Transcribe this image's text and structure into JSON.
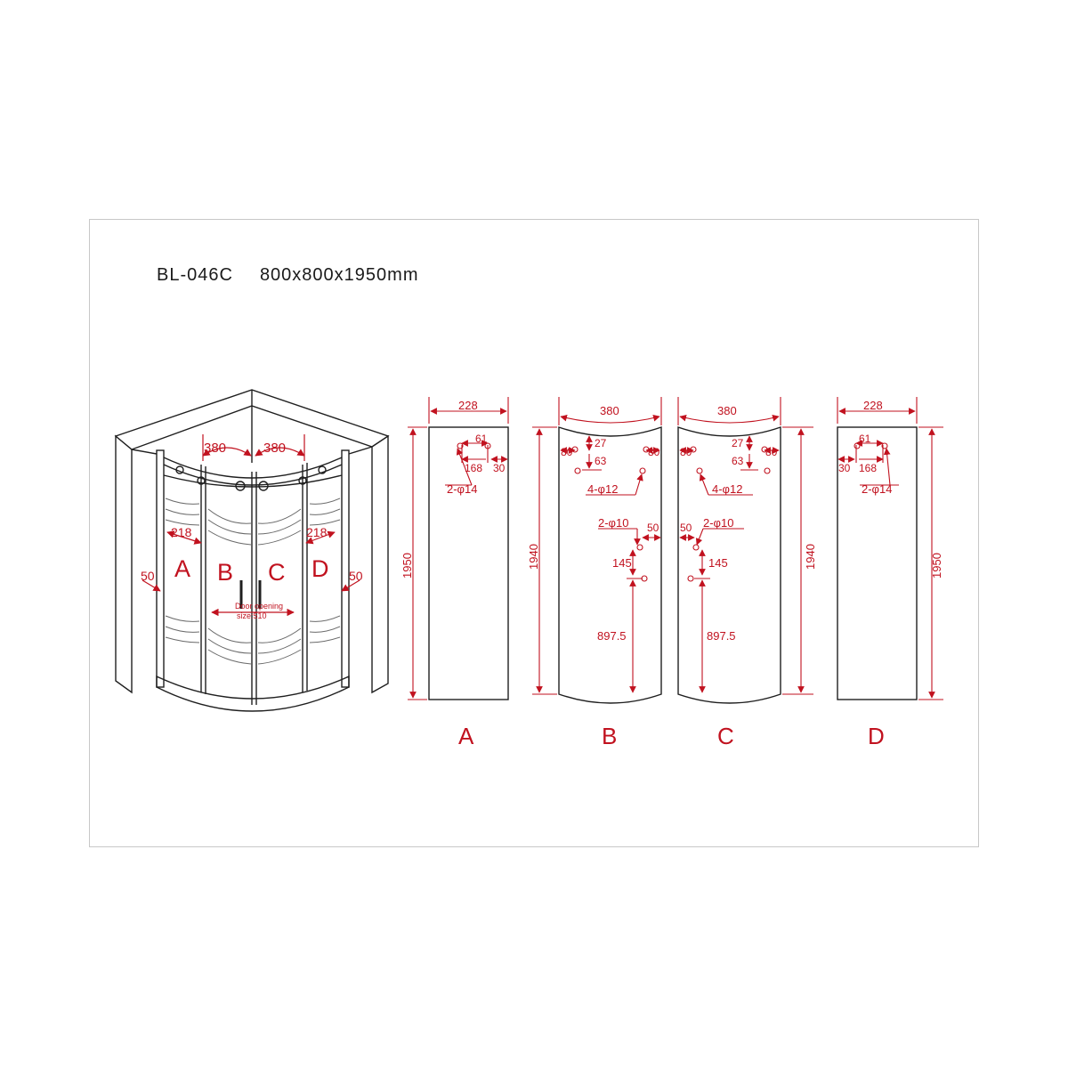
{
  "header": {
    "model": "BL-046C",
    "size": "800x800x1950mm"
  },
  "colors": {
    "dimension": "#c1121f",
    "outline": "#1f1f1f",
    "frame": "#c8c8c8"
  },
  "overview": {
    "top_left": "380",
    "top_right": "380",
    "panel_a_width": "218",
    "panel_d_width": "218",
    "left_offset": "50",
    "right_offset": "50",
    "letters": [
      "A",
      "B",
      "C",
      "D"
    ],
    "door_line1": "Door opening",
    "door_line2": "size:510"
  },
  "panel_a": {
    "label": "A",
    "width": "228",
    "height": "1950",
    "hole_a": "61",
    "hole_b": "168",
    "hole_c": "30",
    "holes": "2-φ14"
  },
  "panel_b": {
    "label": "B",
    "width": "380",
    "height": "1940",
    "left_edge": "80",
    "right_edge": "80",
    "top": "27",
    "mid": "63",
    "holes_top": "4-φ12",
    "holes_handle": "2-φ10",
    "handle_edge": "50",
    "handle_gap": "145",
    "handle_height": "897.5"
  },
  "panel_c": {
    "label": "C",
    "width": "380",
    "height": "1940",
    "left_edge": "80",
    "right_edge": "80",
    "top": "27",
    "mid": "63",
    "holes_top": "4-φ12",
    "holes_handle": "2-φ10",
    "handle_edge": "50",
    "handle_gap": "145",
    "handle_height": "897.5"
  },
  "panel_d": {
    "label": "D",
    "width": "228",
    "height": "1950",
    "hole_a": "61",
    "hole_b": "168",
    "hole_c": "30",
    "holes": "2-φ14"
  }
}
